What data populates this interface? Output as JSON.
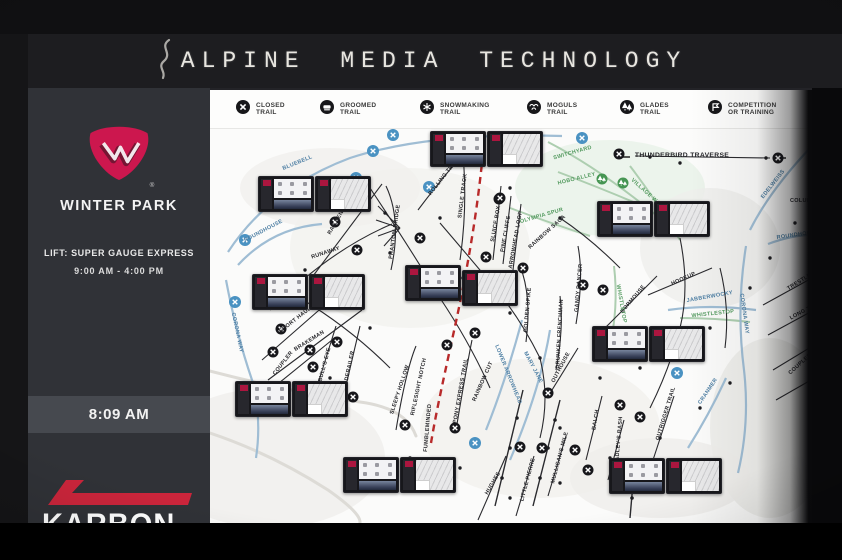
{
  "header": {
    "title": "ALPINE MEDIA TECHNOLOGY"
  },
  "sidebar": {
    "resort_name": "WINTER PARK",
    "lift_line": "LIFT: SUPER GAUGE EXPRESS",
    "hours_line": "9:00 AM - 4:00 PM",
    "clock": "8:09 AM",
    "sponsor_name": "KARBON"
  },
  "legend": {
    "items": [
      {
        "icon": "closed-trail-icon",
        "line1": "CLOSED",
        "line2": "TRAIL"
      },
      {
        "icon": "groomed-trail-icon",
        "line1": "GROOMED",
        "line2": "TRAIL"
      },
      {
        "icon": "snowmaking-trail-icon",
        "line1": "SNOWMAKING",
        "line2": "TRAIL"
      },
      {
        "icon": "moguls-trail-icon",
        "line1": "MOGULS",
        "line2": "TRAIL"
      },
      {
        "icon": "glades-trail-icon",
        "line1": "GLADES",
        "line2": "TRAIL"
      },
      {
        "icon": "competition-icon",
        "line1": "COMPETITION",
        "line2": "OR TRAINING"
      }
    ]
  },
  "map": {
    "trails": [
      {
        "name": "BLUEBELL",
        "type": "blue"
      },
      {
        "name": "ROUNDHOUSE",
        "type": "blue"
      },
      {
        "name": "CORONA WAY",
        "type": "blue"
      },
      {
        "name": "RUNAWAY",
        "type": "black"
      },
      {
        "name": "SHORT HAUL",
        "type": "black"
      },
      {
        "name": "BRAKEMAN",
        "type": "black"
      },
      {
        "name": "COUPLER",
        "type": "black"
      },
      {
        "name": "BULL'S EYE",
        "type": "black"
      },
      {
        "name": "DERAILER",
        "type": "black"
      },
      {
        "name": "RAILBENDER",
        "type": "black"
      },
      {
        "name": "PHANTOM BRIDGE",
        "type": "black"
      },
      {
        "name": "SINGLE TRACK",
        "type": "black"
      },
      {
        "name": "ROLLING TRACK",
        "type": "black"
      },
      {
        "name": "SLUICE BOX",
        "type": "black"
      },
      {
        "name": "PINE CLIFFS",
        "type": "black"
      },
      {
        "name": "ARROWHEAD LOOP",
        "type": "black"
      },
      {
        "name": "SWITCHYARD",
        "type": "green"
      },
      {
        "name": "HOBO ALLEY",
        "type": "green"
      },
      {
        "name": "VILLAGE WAY",
        "type": "green"
      },
      {
        "name": "OLYMPIA SPUR",
        "type": "green"
      },
      {
        "name": "RAINBOW SAGA",
        "type": "black"
      },
      {
        "name": "THUNDERBIRD TRAVERSE",
        "type": "black"
      },
      {
        "name": "EDELWEISS",
        "type": "blue"
      },
      {
        "name": "ROUNDHOUSE",
        "type": "blue"
      },
      {
        "name": "CORONA WAY",
        "type": "blue"
      },
      {
        "name": "COLUMBINE",
        "type": "black"
      },
      {
        "name": "TRESTLE",
        "type": "black"
      },
      {
        "name": "LONG TRAIL",
        "type": "black"
      },
      {
        "name": "COUPLER",
        "type": "black"
      },
      {
        "name": "SLEEPY HOLLOW",
        "type": "black"
      },
      {
        "name": "RIFLESIGHT NOTCH",
        "type": "black"
      },
      {
        "name": "FUMBLEMINDED",
        "type": "black"
      },
      {
        "name": "PONY EXPRESS TRAIL",
        "type": "black"
      },
      {
        "name": "RAINBOW CUT",
        "type": "black"
      },
      {
        "name": "LOWER ARROWHEAD",
        "type": "blue"
      },
      {
        "name": "MARY JANE",
        "type": "blue"
      },
      {
        "name": "GOLDEN SPIKE",
        "type": "black"
      },
      {
        "name": "GANDY DANCER",
        "type": "black"
      },
      {
        "name": "DRUNKEN FRENCHMAN",
        "type": "black"
      },
      {
        "name": "OUTHOUSE",
        "type": "black"
      },
      {
        "name": "HUGHES",
        "type": "black"
      },
      {
        "name": "LITTLE PIERRE",
        "type": "black"
      },
      {
        "name": "MULLIGAN'S MILE",
        "type": "black"
      },
      {
        "name": "BALCH",
        "type": "black"
      },
      {
        "name": "BRADLEY'S BASH",
        "type": "black"
      },
      {
        "name": "OUTRIGGER TRAIL",
        "type": "black"
      },
      {
        "name": "CRANMER",
        "type": "blue"
      },
      {
        "name": "DORMOUSE",
        "type": "black"
      },
      {
        "name": "HOOKUP",
        "type": "black"
      },
      {
        "name": "JABBERWOCKY",
        "type": "blue"
      },
      {
        "name": "WHISTLETOP",
        "type": "green"
      },
      {
        "name": "WHISTLESTOP",
        "type": "green"
      }
    ]
  },
  "colors": {
    "accent_red": "#d8134f",
    "sponsor_red": "#d6223a",
    "trail_black": "#26262a",
    "trail_blue": "#4b80a8",
    "trail_green": "#4f9c5c",
    "boundary_red": "#c22727",
    "sidebar_bg": "#303237",
    "map_bg": "#fbfbfa"
  }
}
